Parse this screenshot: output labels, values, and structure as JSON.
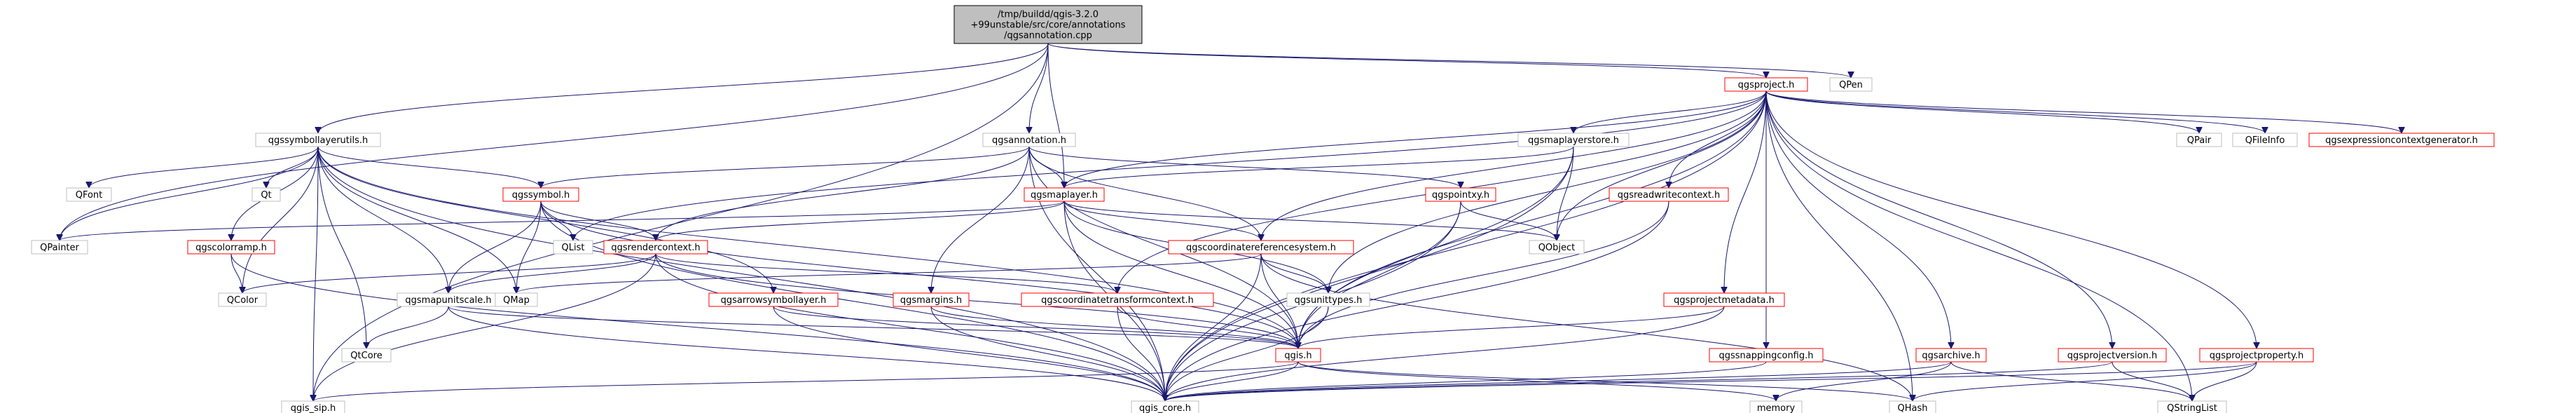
{
  "colors": {
    "root_fill": "#bfbfbf",
    "root_border": "#000000",
    "red_border": "#ff0000",
    "gray_border": "#bfbfbf",
    "edge": "#191970",
    "link_text": "#000000"
  },
  "nodes": [
    {
      "id": "root",
      "lines": [
        "/tmp/buildd/qgis-3.2.0",
        "+99unstable/src/core/annotations",
        "/qgsannotation.cpp"
      ],
      "style": "root"
    },
    {
      "id": "qgsproject",
      "lines": [
        "qgsproject.h"
      ],
      "style": "red"
    },
    {
      "id": "QPen",
      "lines": [
        "QPen"
      ],
      "style": "gray"
    },
    {
      "id": "qgssymbollayerutils",
      "lines": [
        "qgssymbollayerutils.h"
      ],
      "style": "gray"
    },
    {
      "id": "qgsannotation",
      "lines": [
        "qgsannotation.h"
      ],
      "style": "gray"
    },
    {
      "id": "qgsmaplayerstore",
      "lines": [
        "qgsmaplayerstore.h"
      ],
      "style": "gray"
    },
    {
      "id": "QPair",
      "lines": [
        "QPair"
      ],
      "style": "gray"
    },
    {
      "id": "QFileInfo",
      "lines": [
        "QFileInfo"
      ],
      "style": "gray"
    },
    {
      "id": "qgsexpressioncontextgenerator",
      "lines": [
        "qgsexpressioncontextgenerator.h"
      ],
      "style": "red"
    },
    {
      "id": "QFont",
      "lines": [
        "QFont"
      ],
      "style": "gray"
    },
    {
      "id": "Qt",
      "lines": [
        "Qt"
      ],
      "style": "gray"
    },
    {
      "id": "qgssymbol",
      "lines": [
        "qgssymbol.h"
      ],
      "style": "red"
    },
    {
      "id": "qgsmaplayer",
      "lines": [
        "qgsmaplayer.h"
      ],
      "style": "red"
    },
    {
      "id": "qgspointxy",
      "lines": [
        "qgspointxy.h"
      ],
      "style": "red"
    },
    {
      "id": "qgsreadwritecontext",
      "lines": [
        "qgsreadwritecontext.h"
      ],
      "style": "red"
    },
    {
      "id": "QPainter",
      "lines": [
        "QPainter"
      ],
      "style": "gray"
    },
    {
      "id": "qgscolorramp",
      "lines": [
        "qgscolorramp.h"
      ],
      "style": "red"
    },
    {
      "id": "QList",
      "lines": [
        "QList"
      ],
      "style": "gray"
    },
    {
      "id": "qgsrendercontext",
      "lines": [
        "qgsrendercontext.h"
      ],
      "style": "red"
    },
    {
      "id": "qgscoordinatereferencesystem",
      "lines": [
        "qgscoordinatereferencesystem.h"
      ],
      "style": "red"
    },
    {
      "id": "QObject",
      "lines": [
        "QObject"
      ],
      "style": "gray"
    },
    {
      "id": "QColor",
      "lines": [
        "QColor"
      ],
      "style": "gray"
    },
    {
      "id": "qgsmapunitscale",
      "lines": [
        "qgsmapunitscale.h"
      ],
      "style": "gray"
    },
    {
      "id": "QMap",
      "lines": [
        "QMap"
      ],
      "style": "gray"
    },
    {
      "id": "qgsarrowsymbollayer",
      "lines": [
        "qgsarrowsymbollayer.h"
      ],
      "style": "red"
    },
    {
      "id": "qgsmargins",
      "lines": [
        "qgsmargins.h"
      ],
      "style": "red"
    },
    {
      "id": "qgscoordinatetransformcontext",
      "lines": [
        "qgscoordinatetransformcontext.h"
      ],
      "style": "red"
    },
    {
      "id": "qgsunittypes",
      "lines": [
        "qgsunittypes.h"
      ],
      "style": "gray"
    },
    {
      "id": "qgsprojectmetadata",
      "lines": [
        "qgsprojectmetadata.h"
      ],
      "style": "red"
    },
    {
      "id": "QtCore",
      "lines": [
        "QtCore"
      ],
      "style": "gray"
    },
    {
      "id": "qgis",
      "lines": [
        "qgis.h"
      ],
      "style": "red"
    },
    {
      "id": "qgssnappingconfig",
      "lines": [
        "qgssnappingconfig.h"
      ],
      "style": "red"
    },
    {
      "id": "qgsarchive",
      "lines": [
        "qgsarchive.h"
      ],
      "style": "red"
    },
    {
      "id": "qgsprojectversion",
      "lines": [
        "qgsprojectversion.h"
      ],
      "style": "red"
    },
    {
      "id": "qgsprojectproperty",
      "lines": [
        "qgsprojectproperty.h"
      ],
      "style": "red"
    },
    {
      "id": "qgis_sip",
      "lines": [
        "qgis_sip.h"
      ],
      "style": "gray"
    },
    {
      "id": "qgis_core",
      "lines": [
        "qgis_core.h"
      ],
      "style": "gray"
    },
    {
      "id": "memory",
      "lines": [
        "memory"
      ],
      "style": "gray"
    },
    {
      "id": "QHash",
      "lines": [
        "QHash"
      ],
      "style": "gray"
    },
    {
      "id": "QStringList",
      "lines": [
        "QStringList"
      ],
      "style": "gray"
    }
  ],
  "edges": [
    [
      "root",
      "qgsproject"
    ],
    [
      "root",
      "QPen"
    ],
    [
      "root",
      "qgssymbollayerutils"
    ],
    [
      "root",
      "qgsannotation"
    ],
    [
      "root",
      "qgsmaplayer"
    ],
    [
      "root",
      "QPainter"
    ],
    [
      "root",
      "qgis_sip"
    ],
    [
      "qgsproject",
      "qgsmaplayerstore"
    ],
    [
      "qgsproject",
      "QPair"
    ],
    [
      "qgsproject",
      "QFileInfo"
    ],
    [
      "qgsproject",
      "qgsexpressioncontextgenerator"
    ],
    [
      "qgsproject",
      "qgsmaplayer"
    ],
    [
      "qgsproject",
      "QList"
    ],
    [
      "qgsproject",
      "QObject"
    ],
    [
      "qgsproject",
      "qgsreadwritecontext"
    ],
    [
      "qgsproject",
      "qgscoordinatereferencesystem"
    ],
    [
      "qgsproject",
      "qgsunittypes"
    ],
    [
      "qgsproject",
      "qgsprojectmetadata"
    ],
    [
      "qgsproject",
      "qgssnappingconfig"
    ],
    [
      "qgsproject",
      "qgsarchive"
    ],
    [
      "qgsproject",
      "qgsprojectversion"
    ],
    [
      "qgsproject",
      "qgsprojectproperty"
    ],
    [
      "qgsproject",
      "qgis"
    ],
    [
      "qgsproject",
      "qgis_core"
    ],
    [
      "qgsproject",
      "QHash"
    ],
    [
      "qgsproject",
      "QStringList"
    ],
    [
      "qgsproject",
      "qgscoordinatetransformcontext"
    ],
    [
      "qgssymbollayerutils",
      "QFont"
    ],
    [
      "qgssymbollayerutils",
      "Qt"
    ],
    [
      "qgssymbollayerutils",
      "qgssymbol"
    ],
    [
      "qgssymbollayerutils",
      "qgscolorramp"
    ],
    [
      "qgssymbollayerutils",
      "QPainter"
    ],
    [
      "qgssymbollayerutils",
      "QColor"
    ],
    [
      "qgssymbollayerutils",
      "qgsmapunitscale"
    ],
    [
      "qgssymbollayerutils",
      "QMap"
    ],
    [
      "qgssymbollayerutils",
      "qgsarrowsymbollayer"
    ],
    [
      "qgssymbollayerutils",
      "qgis"
    ],
    [
      "qgssymbollayerutils",
      "qgis_core"
    ],
    [
      "qgssymbollayerutils",
      "qgis_sip"
    ],
    [
      "qgssymbollayerutils",
      "QtCore"
    ],
    [
      "qgsannotation",
      "qgssymbol"
    ],
    [
      "qgsannotation",
      "qgsmaplayer"
    ],
    [
      "qgsannotation",
      "qgspointxy"
    ],
    [
      "qgsannotation",
      "qgsrendercontext"
    ],
    [
      "qgsannotation",
      "qgscoordinatereferencesystem"
    ],
    [
      "qgsannotation",
      "qgsmargins"
    ],
    [
      "qgsannotation",
      "qgis_core"
    ],
    [
      "qgsannotation",
      "qgis"
    ],
    [
      "qgsmaplayerstore",
      "qgsmaplayer"
    ],
    [
      "qgsmaplayerstore",
      "QObject"
    ],
    [
      "qgsmaplayerstore",
      "qgis"
    ],
    [
      "qgsmaplayerstore",
      "qgis_core"
    ],
    [
      "qgssymbol",
      "qgsrendercontext"
    ],
    [
      "qgssymbol",
      "QList"
    ],
    [
      "qgssymbol",
      "QMap"
    ],
    [
      "qgssymbol",
      "qgsmapunitscale"
    ],
    [
      "qgssymbol",
      "qgis"
    ],
    [
      "qgssymbol",
      "qgis_core"
    ],
    [
      "qgsmaplayer",
      "QPainter"
    ],
    [
      "qgsmaplayer",
      "qgscoordinatereferencesystem"
    ],
    [
      "qgsmaplayer",
      "qgsrendercontext"
    ],
    [
      "qgsmaplayer",
      "QObject"
    ],
    [
      "qgsmaplayer",
      "qgis"
    ],
    [
      "qgsmaplayer",
      "qgis_core"
    ],
    [
      "qgsmaplayer",
      "qgsunittypes"
    ],
    [
      "qgspointxy",
      "QObject"
    ],
    [
      "qgspointxy",
      "qgis"
    ],
    [
      "qgspointxy",
      "qgis_core"
    ],
    [
      "qgsreadwritecontext",
      "qgis"
    ],
    [
      "qgsreadwritecontext",
      "qgis_core"
    ],
    [
      "qgscolorramp",
      "QColor"
    ],
    [
      "qgscolorramp",
      "qgis_core"
    ],
    [
      "qgsrendercontext",
      "QColor"
    ],
    [
      "qgsrendercontext",
      "qgsmapunitscale"
    ],
    [
      "qgsrendercontext",
      "qgscoordinatetransformcontext"
    ],
    [
      "qgsrendercontext",
      "qgis"
    ],
    [
      "qgsrendercontext",
      "qgis_core"
    ],
    [
      "qgsrendercontext",
      "qgis_sip"
    ],
    [
      "qgscoordinatereferencesystem",
      "QMap"
    ],
    [
      "qgscoordinatereferencesystem",
      "qgsunittypes"
    ],
    [
      "qgscoordinatereferencesystem",
      "qgis"
    ],
    [
      "qgscoordinatereferencesystem",
      "qgis_core"
    ],
    [
      "qgscoordinatereferencesystem",
      "QHash"
    ],
    [
      "qgsmapunitscale",
      "QtCore"
    ],
    [
      "qgsmapunitscale",
      "qgis"
    ],
    [
      "qgsmapunitscale",
      "qgis_core"
    ],
    [
      "qgsarrowsymbollayer",
      "qgis"
    ],
    [
      "qgsarrowsymbollayer",
      "qgis_core"
    ],
    [
      "qgsmargins",
      "qgis"
    ],
    [
      "qgsmargins",
      "qgis_core"
    ],
    [
      "qgscoordinatetransformcontext",
      "qgis"
    ],
    [
      "qgscoordinatetransformcontext",
      "qgis_core"
    ],
    [
      "qgsunittypes",
      "qgis"
    ],
    [
      "qgsunittypes",
      "qgis_core"
    ],
    [
      "qgsprojectmetadata",
      "qgis"
    ],
    [
      "qgsprojectmetadata",
      "qgis_core"
    ],
    [
      "qgis",
      "qgis_sip"
    ],
    [
      "qgis",
      "qgis_core"
    ],
    [
      "qgis",
      "memory"
    ],
    [
      "qgis",
      "QHash"
    ],
    [
      "qgssnappingconfig",
      "qgis_core"
    ],
    [
      "qgsarchive",
      "qgis_core"
    ],
    [
      "qgsarchive",
      "memory"
    ],
    [
      "qgsarchive",
      "QStringList"
    ],
    [
      "qgsprojectversion",
      "qgis_core"
    ],
    [
      "qgsprojectversion",
      "QStringList"
    ],
    [
      "qgsprojectproperty",
      "qgis_core"
    ],
    [
      "qgsprojectproperty",
      "QHash"
    ],
    [
      "qgsprojectproperty",
      "QStringList"
    ]
  ]
}
